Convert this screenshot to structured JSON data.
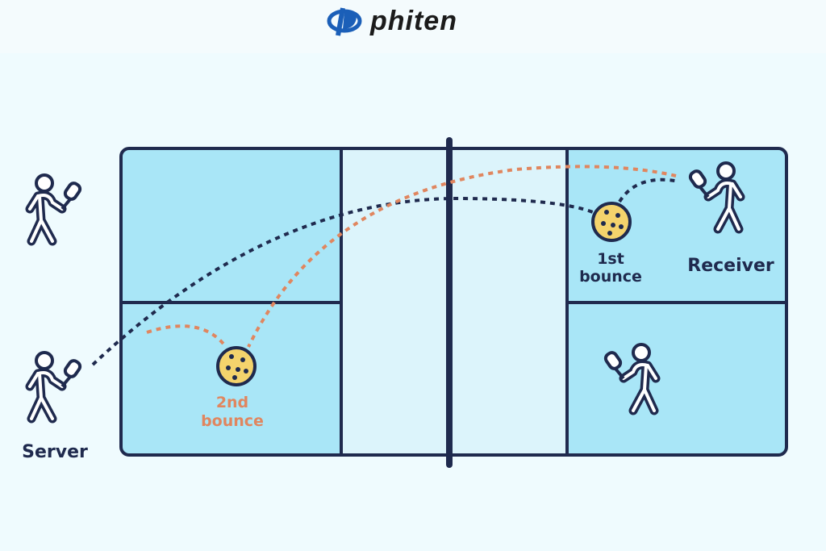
{
  "brand": {
    "name": "phiten",
    "logo_color": "#1b5fb8"
  },
  "labels": {
    "server": "Server",
    "receiver": "Receiver",
    "first_bounce_line1": "1st",
    "first_bounce_line2": "bounce",
    "second_bounce_line1": "2nd",
    "second_bounce_line2": "bounce"
  },
  "colors": {
    "court": "#a9e6f7",
    "kitchen": "#dcf4fb",
    "outline": "#1f2a4e",
    "serve_path": "#1f2a4e",
    "return_path": "#e0865f",
    "ball": "#f4d36c",
    "second_bounce_label": "#e0865f"
  }
}
